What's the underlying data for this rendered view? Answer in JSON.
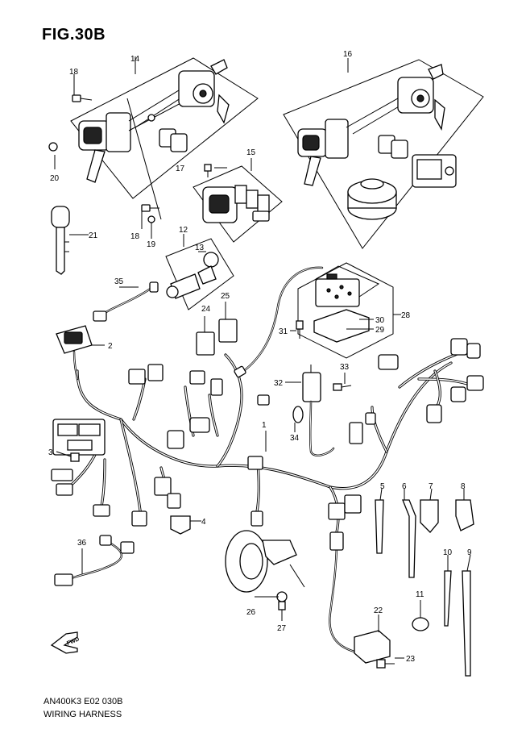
{
  "figure": {
    "title": "FIG.30B",
    "code": "AN400K3 E02  030B",
    "name": "WIRING HARNESS",
    "direction_label": "FWD"
  },
  "callouts": {
    "c1": "1",
    "c2": "2",
    "c3": "3",
    "c4": "4",
    "c5": "5",
    "c6": "6",
    "c7": "7",
    "c8": "8",
    "c9": "9",
    "c10": "10",
    "c11": "11",
    "c12": "12",
    "c13": "13",
    "c14": "14",
    "c15": "15",
    "c16": "16",
    "c17": "17",
    "c18a": "18",
    "c18b": "18",
    "c19": "19",
    "c20": "20",
    "c21": "21",
    "c22": "22",
    "c23": "23",
    "c24": "24",
    "c25": "25",
    "c26": "26",
    "c27": "27",
    "c28": "28",
    "c29": "29",
    "c30": "30",
    "c31": "31",
    "c32": "32",
    "c33": "33",
    "c34": "34",
    "c35": "35",
    "c36": "36"
  }
}
